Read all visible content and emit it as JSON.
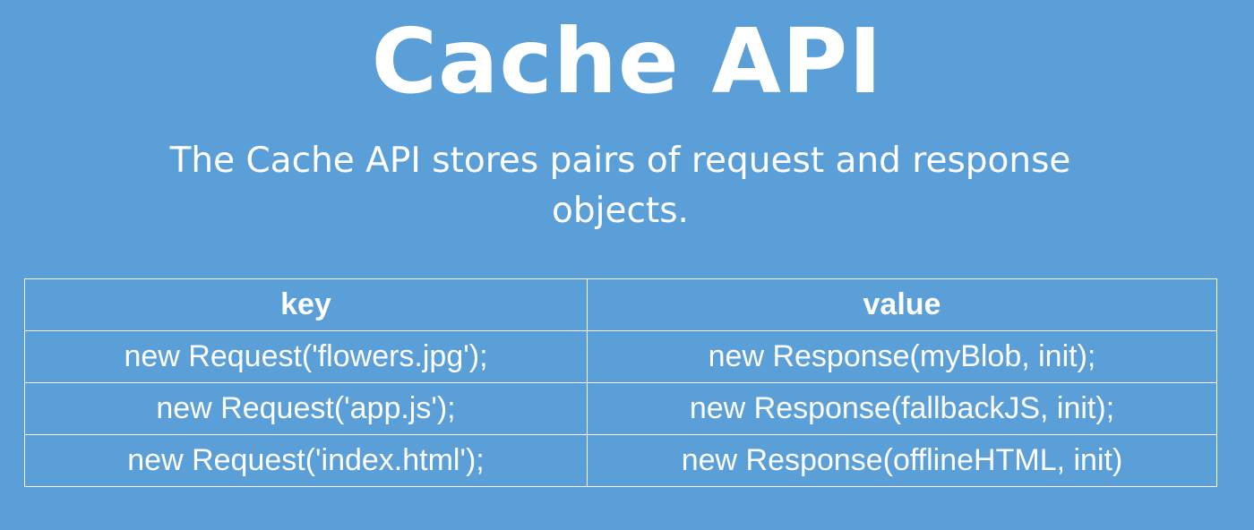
{
  "slide": {
    "title": "Cache API",
    "subtitle": "The Cache API stores pairs of request and response objects.",
    "table": {
      "headers": [
        "key",
        "value"
      ],
      "rows": [
        [
          "new Request('flowers.jpg');",
          "new Response(myBlob, init);"
        ],
        [
          "new Request('app.js');",
          "new Response(fallbackJS, init);"
        ],
        [
          "new Request('index.html');",
          "new Response(offlineHTML, init)"
        ]
      ]
    }
  },
  "colors": {
    "background": "#5b9fd8",
    "text": "#ffffff",
    "border": "#ffffff"
  }
}
